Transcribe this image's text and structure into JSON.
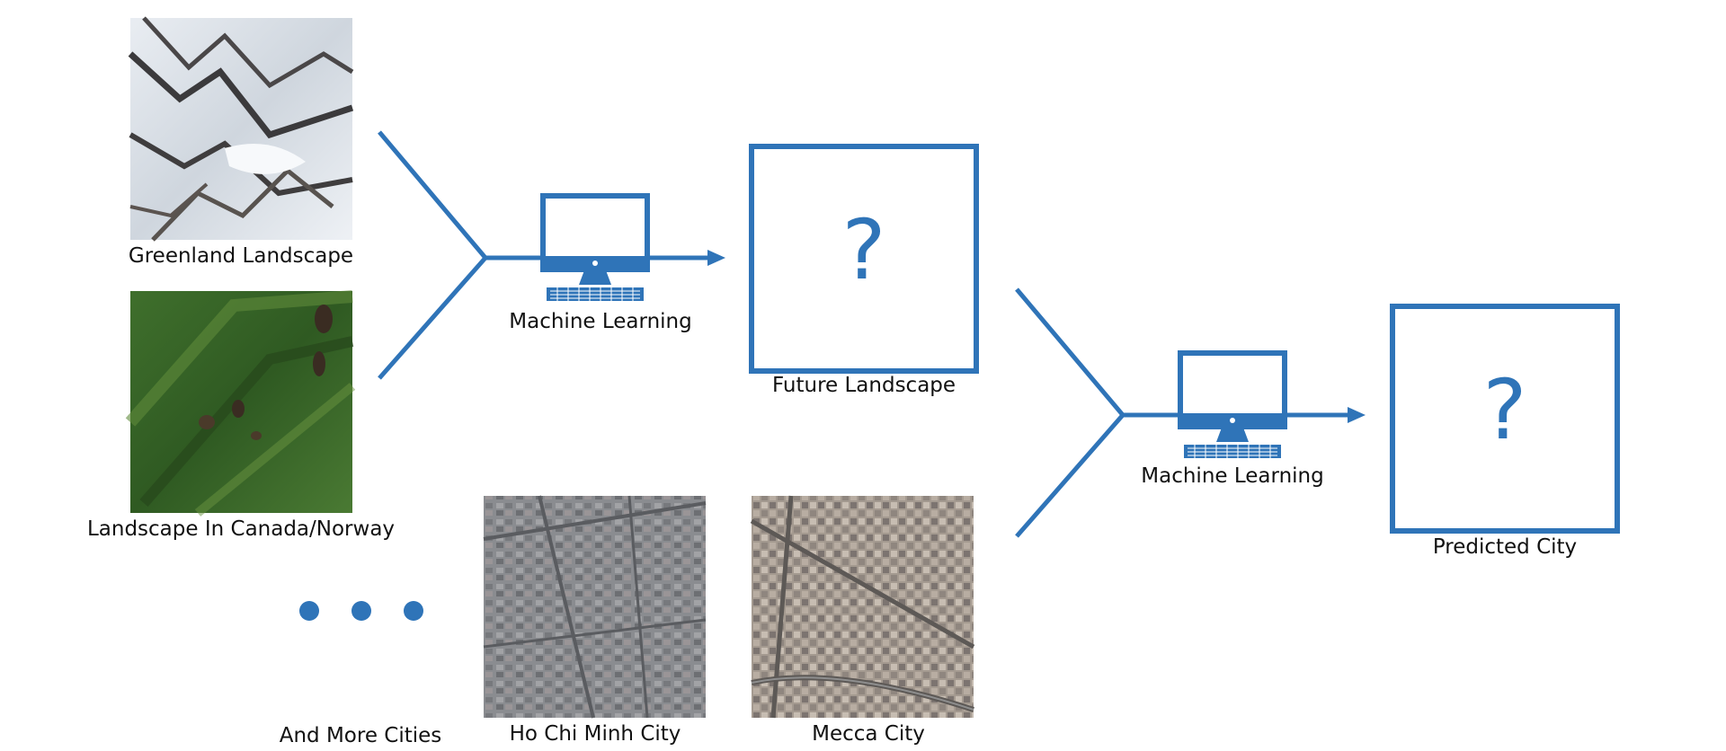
{
  "colors": {
    "accent": "#2f74b8",
    "text": "#111111"
  },
  "inputs": [
    {
      "label": "Greenland Landscape",
      "texture": "snowy-mountain-aerial"
    },
    {
      "label": "Landscape In Canada/Norway",
      "texture": "forest-aerial"
    }
  ],
  "cities": [
    {
      "label": "Ho Chi Minh City",
      "texture": "city-aerial"
    },
    {
      "label": "Mecca City",
      "texture": "city-aerial"
    }
  ],
  "more_cities": {
    "label": "And More Cities",
    "icon": "ellipsis-dots-icon"
  },
  "stage1": {
    "process_label": "Machine Learning",
    "process_icon": "desktop-computer-icon",
    "output_label": "Future Landscape",
    "output_symbol": "?"
  },
  "stage2": {
    "process_label": "Machine Learning",
    "process_icon": "desktop-computer-icon",
    "output_label": "Predicted City",
    "output_symbol": "?"
  }
}
